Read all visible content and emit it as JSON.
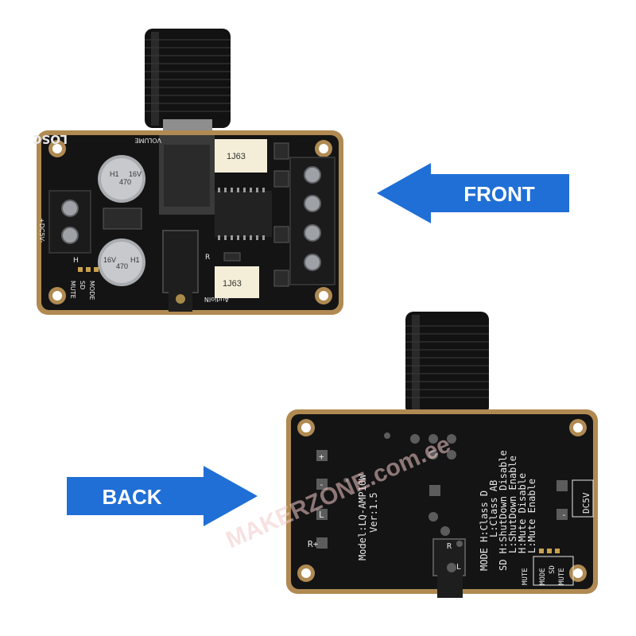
{
  "callouts": {
    "front_label": "FRONT",
    "back_label": "BACK",
    "arrow_color": "#1f6fd6"
  },
  "front_board": {
    "logo_text": "LOSC",
    "volume_label": "VOLUME",
    "inductor_top": "1J63",
    "inductor_bottom": "1J63",
    "cap_top": [
      "H1",
      "470",
      "16V"
    ],
    "cap_bottom": [
      "16V",
      "470",
      "H1"
    ],
    "power_label": "+DC5V-",
    "audio_label": "AudioIN",
    "mode_labels": [
      "MODE",
      "SD",
      "MUTE"
    ],
    "r_marker": "R",
    "h_marker": "H"
  },
  "back_board": {
    "model": "Model:LQ-AMP10W",
    "version": "Ver:1.5",
    "mode_lines": [
      "MODE H:Class D",
      "L:Class AB",
      "SD H:ShutDown Disable",
      "L:ShutDown Enable",
      "H:Mute Disable",
      "L:Mute Enable"
    ],
    "power_label": "DC5V",
    "pin_labels": [
      "MODE",
      "SD",
      "MUTE"
    ],
    "bottom_label": "MUTE",
    "channel_markers": [
      "+",
      "-",
      "L",
      "-",
      "R+"
    ],
    "r_marker": "R",
    "l_marker": "L"
  },
  "watermark": "MAKERZONE.com.ee",
  "colors": {
    "pcb": "#141414",
    "pcb_edge": "#b08a52",
    "knob": "#0e0e0e",
    "terminal_black": "#1b1b1b"
  }
}
